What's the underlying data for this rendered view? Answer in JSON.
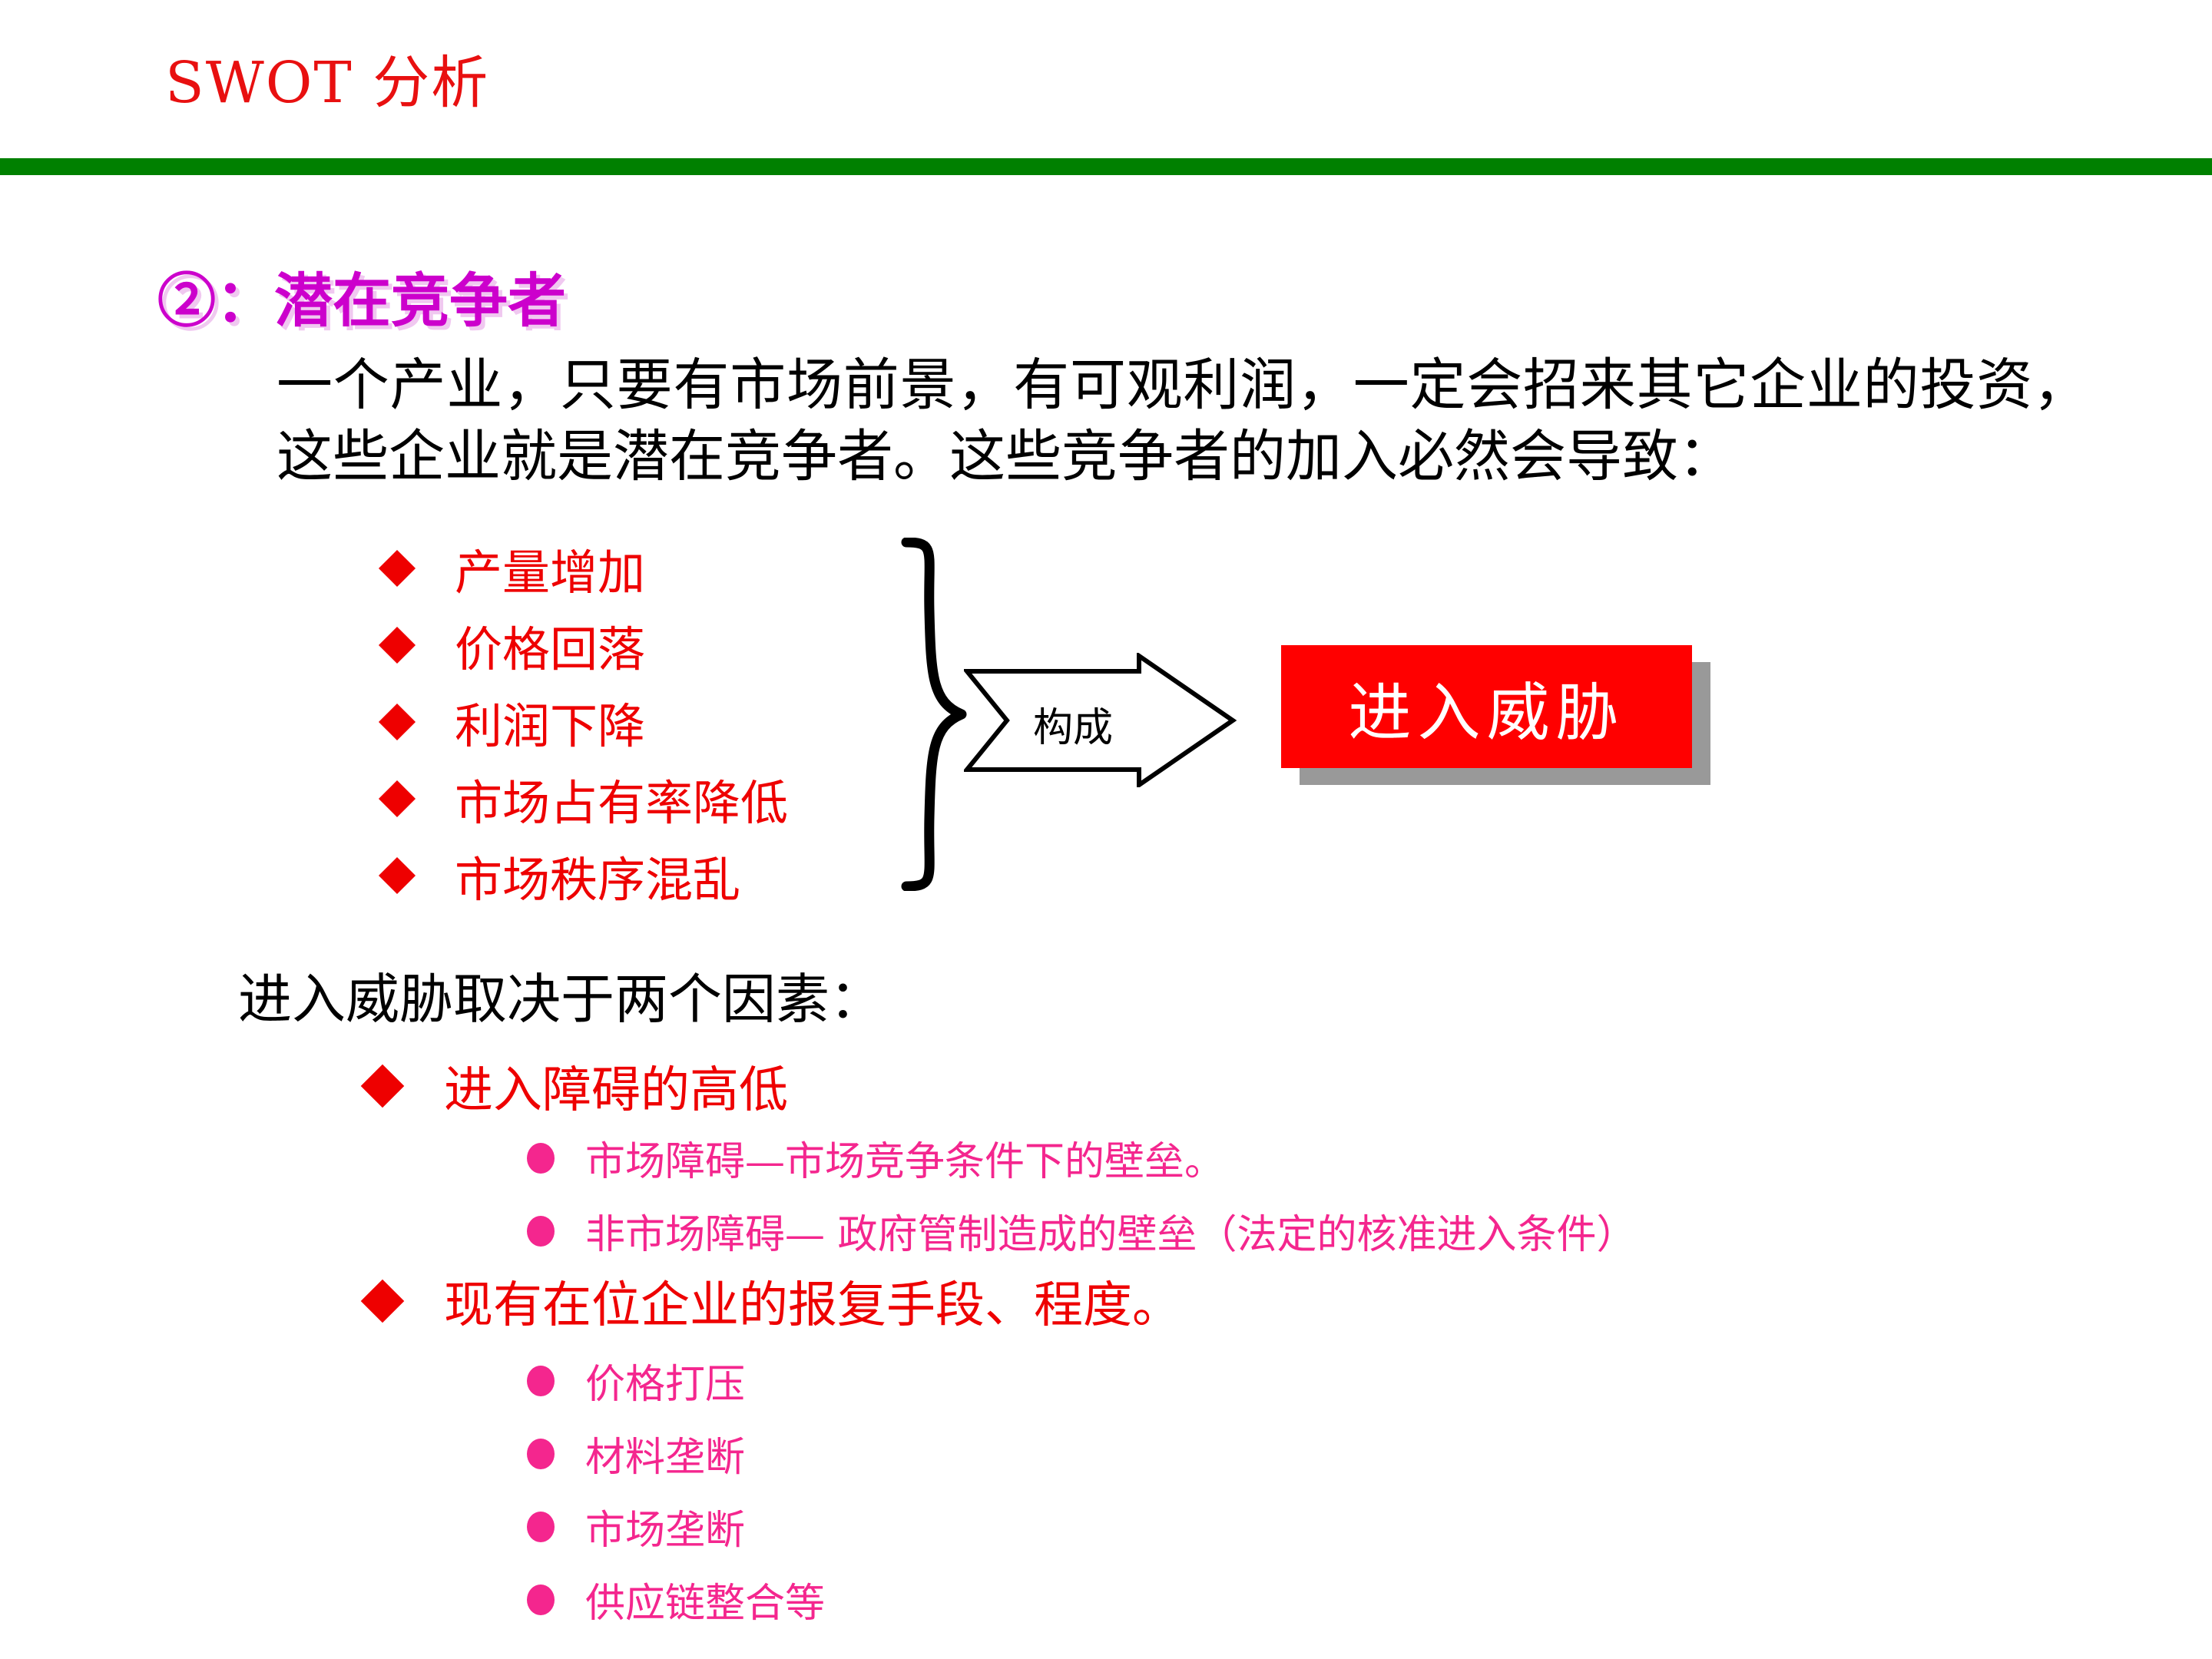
{
  "slide": {
    "title": "SWOT  分析",
    "title_color": "#e81010",
    "rule_color": "#008000",
    "background": "#ffffff"
  },
  "section": {
    "heading": "②：潜在竞争者",
    "heading_color": "#cc00cc",
    "paragraph": "一个产业，只要有市场前景，有可观利润，一定会招来其它企业的投资，这些企业就是潜在竞争者。这些竞争者的加入必然会导致："
  },
  "consequences": {
    "bullet_color": "#ee0000",
    "items": [
      {
        "label": "产量增加"
      },
      {
        "label": "价格回落"
      },
      {
        "label": "利润下降"
      },
      {
        "label": "市场占有率降低"
      },
      {
        "label": "市场秩序混乱"
      }
    ]
  },
  "arrow": {
    "label": "构成",
    "icon": "right-chevron-arrow-icon"
  },
  "callout": {
    "label": "进入威胁",
    "fill": "#ff0000",
    "text_color": "#ffffff",
    "shadow": "#999999"
  },
  "factors": {
    "title": "进入威胁取决于两个因素：",
    "items": [
      {
        "label": "进入障碍的高低",
        "color": "#ee0000",
        "subitems": [
          {
            "label": "市场障碍—市场竞争条件下的壁垒。"
          },
          {
            "label": "非市场障碍— 政府管制造成的壁垒（法定的核准进入条件）"
          }
        ]
      },
      {
        "label": "现有在位企业的报复手段、程度。",
        "color": "#ee0000",
        "subitems": [
          {
            "label": "价格打压"
          },
          {
            "label": "材料垄断"
          },
          {
            "label": "市场垄断"
          },
          {
            "label": "供应链整合等"
          }
        ]
      }
    ],
    "subitem_color": "#f4268e"
  }
}
